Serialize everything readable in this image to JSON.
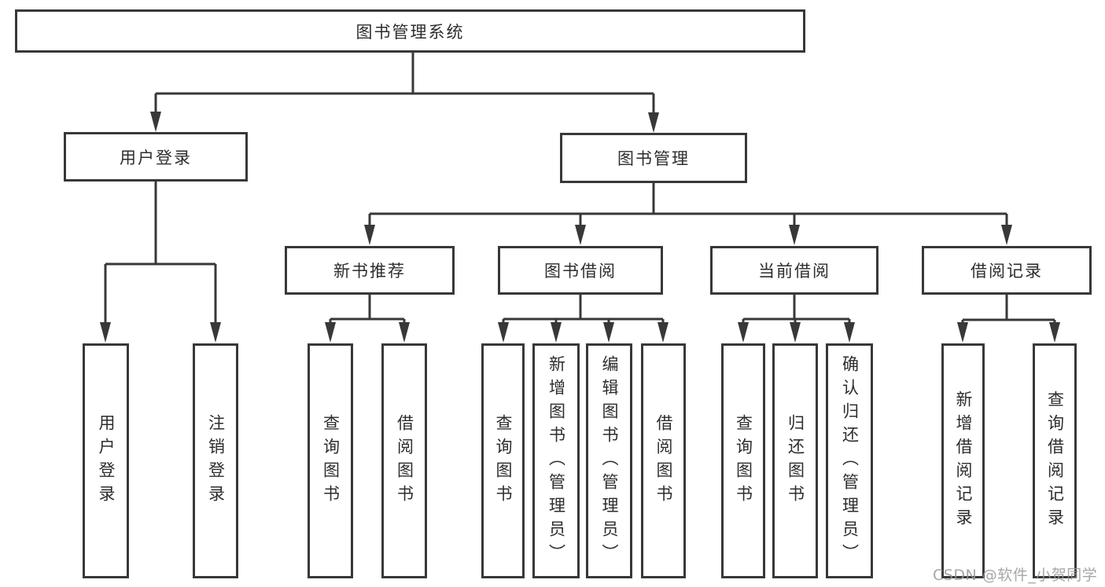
{
  "diagram": {
    "type": "hierarchy-tree",
    "structure": {
      "图书管理系统": {
        "用户登录": [
          "用户登录",
          "注销登录"
        ],
        "图书管理": {
          "新书推荐": [
            "查询图书",
            "借阅图书"
          ],
          "图书借阅": [
            "查询图书",
            "新增图书（管理员）",
            "编辑图书（管理员）",
            "借阅图书"
          ],
          "当前借阅": [
            "查询图书",
            "归还图书",
            "确认归还（管理员）"
          ],
          "借阅记录": [
            "新增借阅记录",
            "查询借阅记录"
          ]
        }
      }
    }
  },
  "nodes": {
    "root": "图书管理系统",
    "user_login": "用户登录",
    "book_management": "图书管理",
    "new_book_recommendation": "新书推荐",
    "book_borrowing": "图书借阅",
    "current_borrowing": "当前借阅",
    "borrowing_records": "借阅记录",
    "leaf_user_login": "用户登录",
    "leaf_logout": "注销登录",
    "leaf_nbr_query_books": "查询图书",
    "leaf_nbr_borrow_books": "借阅图书",
    "leaf_bb_query_books": "查询图书",
    "leaf_bb_add_books": "新增图书（管理员）",
    "leaf_bb_edit_books": "编辑图书（管理员）",
    "leaf_bb_borrow_books": "借阅图书",
    "leaf_cb_query_books": "查询图书",
    "leaf_cb_return_books": "归还图书",
    "leaf_cb_confirm_return": "确认归还（管理员）",
    "leaf_br_add_record": "新增借阅记录",
    "leaf_br_query_record": "查询借阅记录"
  },
  "watermark": {
    "text": "CSDN @软件_小贺同学"
  },
  "colors": {
    "background": "#ffffff",
    "box_border": "#38383a",
    "connector": "#38383a",
    "text": "#2d2d2f",
    "watermark": "#a8a8a8"
  }
}
